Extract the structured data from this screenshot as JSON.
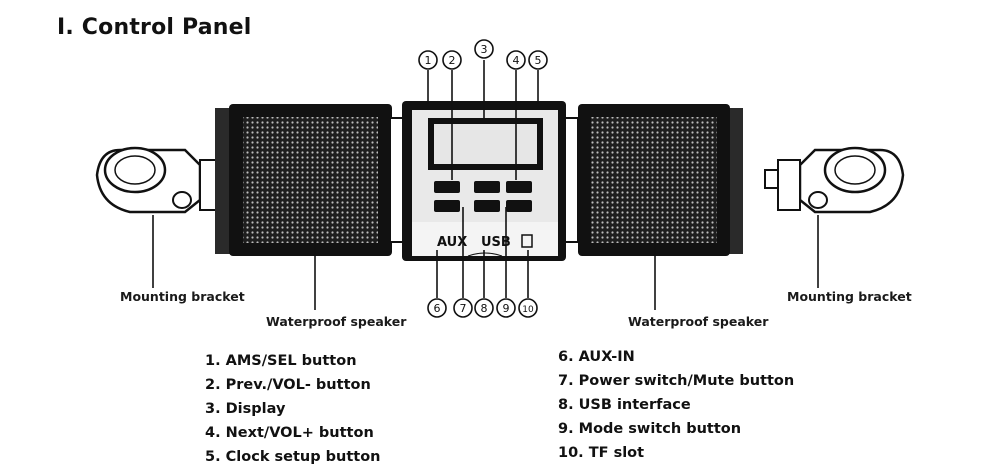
{
  "title": "I. Control Panel",
  "labels": {
    "mount_left": "Mounting bracket",
    "mount_right": "Mounting bracket",
    "speaker_left": "Waterproof speaker",
    "speaker_right": "Waterproof speaker"
  },
  "device": {
    "aux_text": "AUX",
    "usb_text": "USB"
  },
  "callouts": [
    "1",
    "2",
    "3",
    "4",
    "5",
    "6",
    "7",
    "8",
    "9",
    "10"
  ],
  "legend_left": [
    "1. AMS/SEL button",
    "2. Prev./VOL- button",
    "3. Display",
    "4. Next/VOL+ button",
    "5. Clock setup button"
  ],
  "legend_right": [
    "6. AUX-IN",
    "7. Power switch/Mute button",
    "8. USB interface",
    "9. Mode switch button",
    "10. TF slot"
  ]
}
